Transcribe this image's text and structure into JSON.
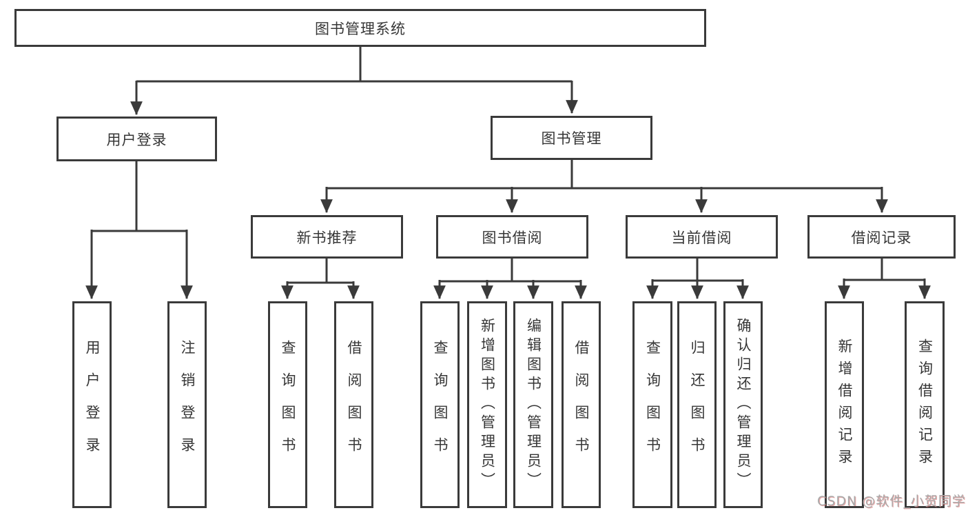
{
  "diagram": {
    "title": "图书管理系统",
    "root": {
      "label": "图书管理系统"
    },
    "level2": {
      "user_login": {
        "label": "用户登录"
      },
      "book_mgmt": {
        "label": "图书管理"
      }
    },
    "level3": {
      "new_book": {
        "label": "新书推荐"
      },
      "book_borrow": {
        "label": "图书借阅"
      },
      "current_borrow": {
        "label": "当前借阅"
      },
      "borrow_record": {
        "label": "借阅记录"
      }
    },
    "leaves": {
      "user_login_leaf": {
        "label": "用户登录"
      },
      "logout": {
        "label": "注销登录"
      },
      "nb_query": {
        "label": "查询图书"
      },
      "nb_borrow": {
        "label": "借阅图书"
      },
      "bb_query": {
        "label": "查询图书"
      },
      "bb_add": {
        "label": "新增图书（管理员）"
      },
      "bb_edit": {
        "label": "编辑图书（管理员）"
      },
      "bb_borrow": {
        "label": "借阅图书"
      },
      "cb_query": {
        "label": "查询图书"
      },
      "cb_return": {
        "label": "归还图书"
      },
      "cb_confirm": {
        "label": "确认归还（管理员）"
      },
      "br_add": {
        "label": "新增借阅记录"
      },
      "br_query": {
        "label": "查询借阅记录"
      }
    },
    "watermark": "CSDN @软件_小贺同学",
    "colors": {
      "line": "#3a3a3a",
      "text": "#363636",
      "background": "#ffffff",
      "watermark": "#a9a9a9",
      "watermark_shadow": "#d86060"
    }
  }
}
